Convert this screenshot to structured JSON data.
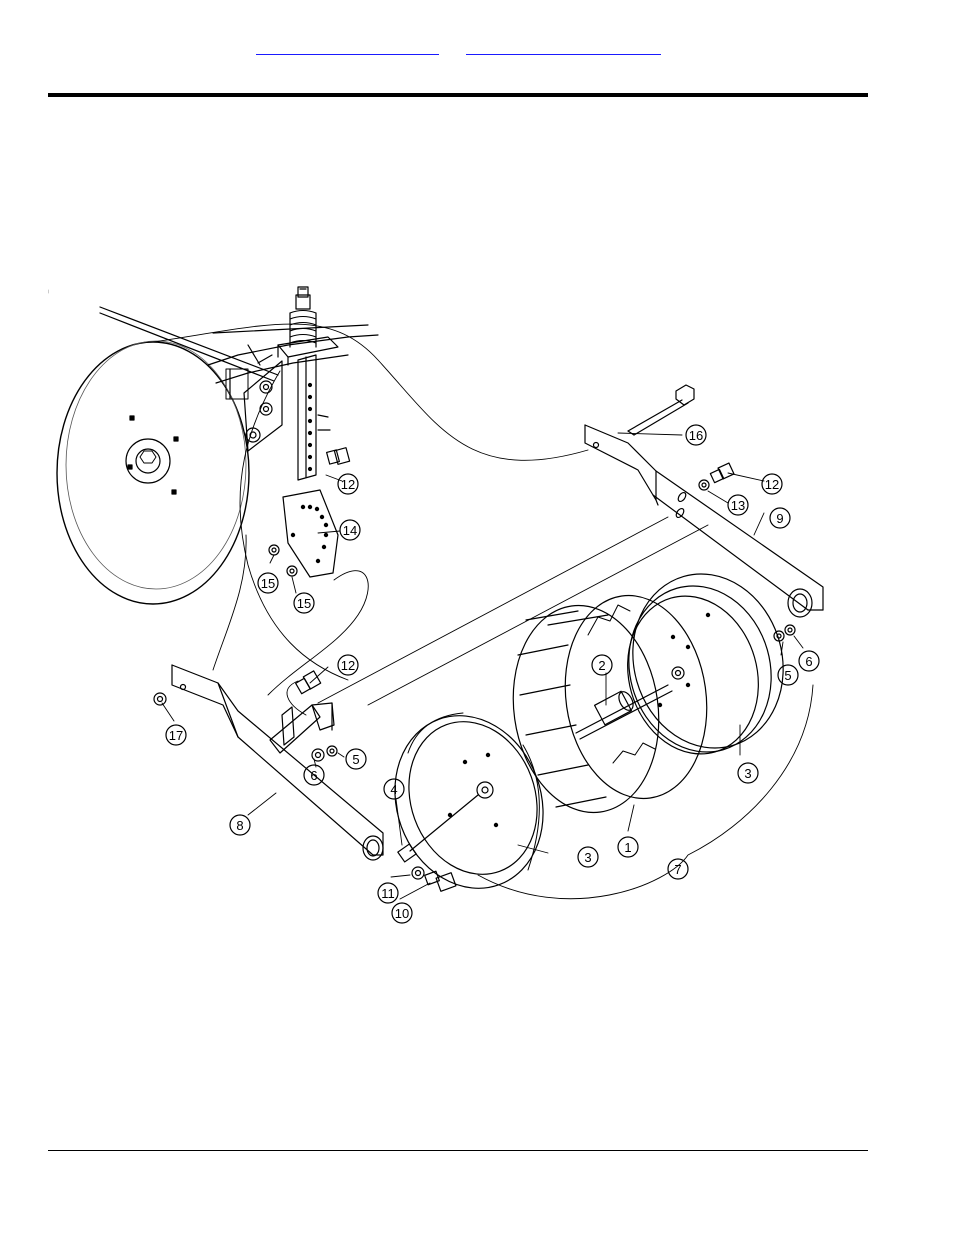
{
  "header": {
    "links": [
      {
        "label": ""
      },
      {
        "label": ""
      }
    ]
  },
  "diagram": {
    "callouts": [
      "1",
      "2",
      "3",
      "3",
      "4",
      "5",
      "5",
      "6",
      "6",
      "7",
      "8",
      "9",
      "10",
      "11",
      "12",
      "12",
      "12",
      "13",
      "14",
      "15",
      "15",
      "16",
      "17"
    ]
  },
  "colors": {
    "link": "#1a1aff",
    "rule": "#000000",
    "line": "#000000"
  }
}
